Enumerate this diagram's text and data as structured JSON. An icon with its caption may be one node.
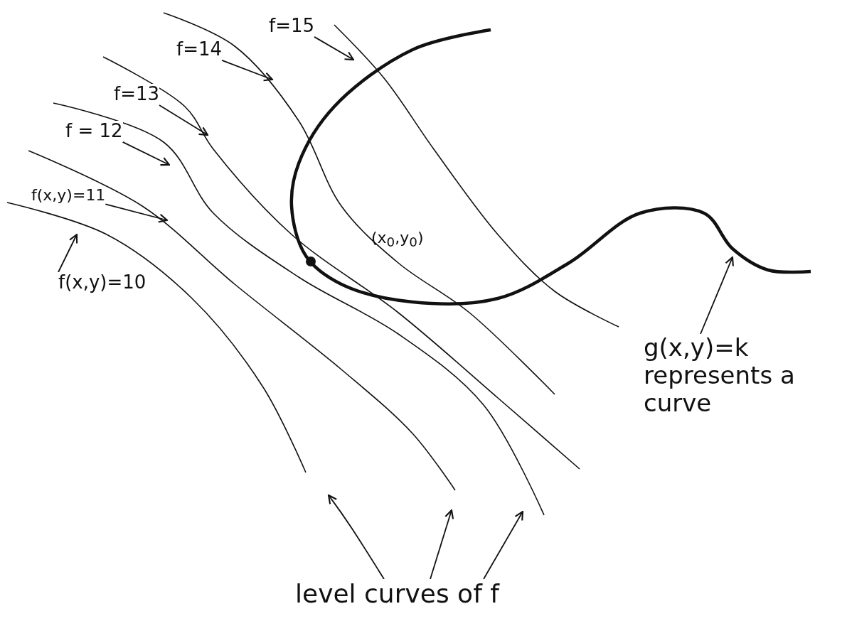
{
  "diagram": {
    "nodes": [
      {
        "text": [
          "f=15"
        ]
      },
      {
        "text": [
          "f=14"
        ]
      },
      {
        "text": [
          "f=13"
        ]
      },
      {
        "text": [
          "f = 12"
        ]
      },
      {
        "text": [
          "f(x,y)=11"
        ]
      },
      {
        "text": [
          "f(x,y)=10"
        ]
      },
      {
        "text": [
          "g(x,y)=k represents a curve"
        ]
      },
      {
        "text": [
          "level curves of f"
        ]
      }
    ],
    "edges": [
      {
        "from": 0,
        "to": null,
        "arrow": "to"
      },
      {
        "from": 1,
        "to": null,
        "arrow": "to"
      },
      {
        "from": 2,
        "to": null,
        "arrow": "to"
      },
      {
        "from": 3,
        "to": null,
        "arrow": "to"
      },
      {
        "from": 4,
        "to": null,
        "arrow": "to"
      },
      {
        "from": 5,
        "to": null,
        "arrow": "to"
      },
      {
        "from": 6,
        "to": null,
        "arrow": "to"
      },
      {
        "from": 7,
        "to": null,
        "arrow": "to"
      },
      {
        "from": 7,
        "to": null,
        "arrow": "to"
      },
      {
        "from": 7,
        "to": null,
        "arrow": "to"
      }
    ],
    "labels": [
      "(x$_{0}$,y$_{0}$)"
    ]
  }
}
